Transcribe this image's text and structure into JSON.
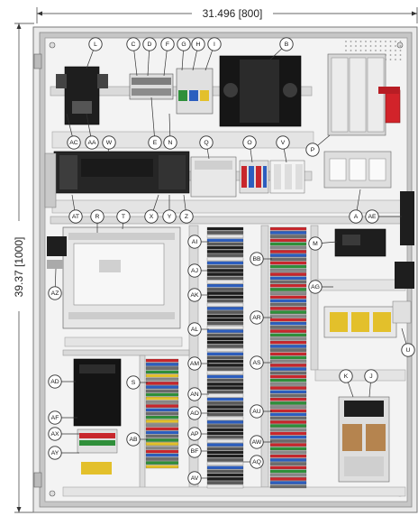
{
  "dimensions": {
    "width_label": "31.496 [800]",
    "height_label": "39.37 [1000]"
  },
  "callouts": {
    "L": "L",
    "C": "C",
    "D": "D",
    "F": "F",
    "G": "G",
    "H": "H",
    "I": "I",
    "B": "B",
    "AC": "AC",
    "AA": "AA",
    "W": "W",
    "E": "E",
    "N": "N",
    "Q": "Q",
    "O": "O",
    "V": "V",
    "P": "P",
    "AT": "AT",
    "R": "R",
    "T": "T",
    "X": "X",
    "Y": "Y",
    "Z": "Z",
    "A": "A",
    "AE": "AE",
    "AI": "AI",
    "BB": "BB",
    "M": "M",
    "AJ": "AJ",
    "AZ": "AZ",
    "AK": "AK",
    "AG": "AG",
    "AR": "AR",
    "AL": "AL",
    "U": "U",
    "AM": "AM",
    "AS": "AS",
    "S": "S",
    "K": "K",
    "J": "J",
    "AD": "AD",
    "AN": "AN",
    "AO": "AO",
    "AU": "AU",
    "AF": "AF",
    "AX": "AX",
    "AB": "AB",
    "AP": "AP",
    "BF": "BF",
    "AW": "AW",
    "AY": "AY",
    "AQ": "AQ",
    "AV": "AV"
  },
  "colors": {
    "panel_bg": "#f2f2f2",
    "frame": "#bcbcbc",
    "rail": "#d9d9d9",
    "component_dark": "#1e1e1e",
    "component_light": "#e6e6e6",
    "relay_red": "#d2232a",
    "terminal_blue": "#2c5ebf",
    "terminal_red": "#c8262c",
    "terminal_green": "#2f8f3a",
    "terminal_yellow": "#e3c02b"
  }
}
